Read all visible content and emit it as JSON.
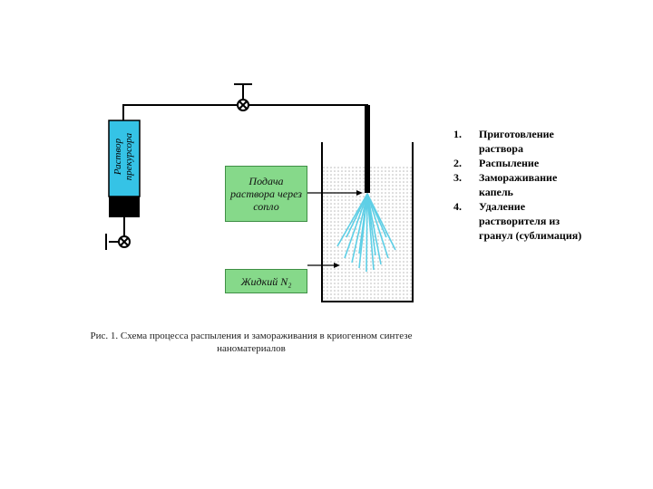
{
  "cylinder": {
    "label": "Раствор\nпрекурсора"
  },
  "nozzle_box": {
    "label": "Подача\nраствора через\nсопло"
  },
  "nitrogen_box": {
    "label": "Жидкий N₂"
  },
  "caption": "Рис. 1. Схема процесса распыления и замораживания в криогенном синтезе наноматериалов",
  "steps": [
    {
      "num": "1.",
      "text": "Приготовление раствора"
    },
    {
      "num": "2.",
      "text": "Распыление"
    },
    {
      "num": "3.",
      "text": "Замораживание капель"
    },
    {
      "num": "4.",
      "text": "Удаление растворителя из гранул (сублимация)"
    }
  ],
  "colors": {
    "cylinder_fill": "#35c3e6",
    "box_fill": "#86d98a",
    "spray": "#5ecfe6",
    "nitrogen_dots": "#b8b8b8"
  }
}
